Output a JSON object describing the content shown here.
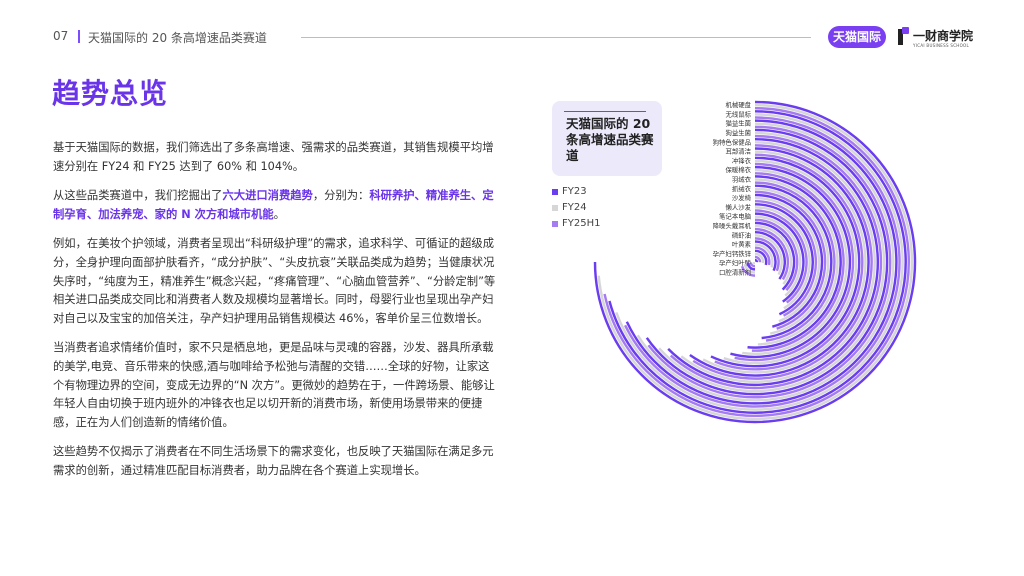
{
  "header": {
    "page_number": "07",
    "title": "天猫国际的 20 条高增速品类赛道",
    "brand_tmall": "天猫国际",
    "brand_yicai": "一财商学院",
    "brand_yicai_sub": "YICAI BUSINESS SCHOOL"
  },
  "page_title": "趋势总览",
  "paragraphs": {
    "p1": "基于天猫国际的数据，我们筛选出了多条高增速、强需求的品类赛道，其销售规模平均增速分别在 FY24 和 FY25 达到了 60% 和 104%。",
    "p2_pre": "从这些品类赛道中，我们挖掘出了",
    "p2_hl1": "六大进口消费趋势",
    "p2_mid": "，分别为：",
    "p2_hl2": "科研养护、精准养生、定制孕育、加法养宠、家的 N 次方和城市机能",
    "p2_end": "。",
    "p3": "例如，在美妆个护领域，消费者呈现出“科研级护理”的需求，追求科学、可循证的超级成分，全身护理向面部护肤看齐，“成分护肤”、“头皮抗衰”关联品类成为趋势；当健康状况失序时，“纯度为王，精准养生”概念兴起，“疼痛管理”、“心脑血管营养”、“分龄定制”等相关进口品类成交同比和消费者人数及规模均显著增长。同时，母婴行业也呈现出孕产妇对自己以及宝宝的加倍关注，孕产妇护理用品销售规模达 46%，客单价呈三位数增长。",
    "p4": "当消费者追求情绪价值时，家不只是栖息地，更是品味与灵魂的容器，沙发、器具所承载的美学,电竞、音乐带来的快感,酒与咖啡给予松弛与清醒的交错……全球的好物，让家这个有物理边界的空间，变成无边界的“N 次方”。更微妙的趋势在于，一件跨场景、能够让年轻人自由切换于班内班外的冲锋衣也足以切开新的消费市场，新使用场景带来的便捷感，正在为人们创造新的情绪价值。",
    "p5": "这些趋势不仅揭示了消费者在不同生活场景下的需求变化，也反映了天猫国际在满足多元需求的创新，通过精准匹配目标消费者，助力品牌在各个赛道上实现增长。"
  },
  "legend_title": "天猫国际的 20 条高增速品类赛道",
  "colors": {
    "fy23": "#6a3df0",
    "fy24": "#d6d6d6",
    "fy25h1": "#a57bf2",
    "accent": "#6a34e8"
  },
  "chart_data": {
    "type": "radial-bar",
    "categories": [
      "机械硬盘",
      "无线鼠标",
      "猫益生菌",
      "狗益生菌",
      "狗特色保健品",
      "耳部清洁",
      "冲锋衣",
      "保暖棉衣",
      "羽绒衣",
      "抓绒衣",
      "沙发椅",
      "懒人沙发",
      "笔记本电脑",
      "降噪头戴耳机",
      "磷虾油",
      "叶黄素",
      "孕产妇钙铁锌",
      "孕产妇叶酸",
      "口腔清新剂"
    ],
    "series": [
      {
        "name": "FY23",
        "values": [
          270,
          255,
          245,
          235,
          225,
          215,
          205,
          195,
          185,
          175,
          165,
          155,
          145,
          135,
          125,
          115,
          105,
          95,
          85
        ]
      },
      {
        "name": "FY24",
        "values": [
          265,
          250,
          238,
          228,
          218,
          208,
          198,
          188,
          178,
          168,
          158,
          148,
          138,
          128,
          118,
          108,
          98,
          88,
          78
        ]
      },
      {
        "name": "FY25H1",
        "values": [
          258,
          244,
          232,
          222,
          212,
          202,
          192,
          182,
          172,
          162,
          152,
          142,
          132,
          122,
          112,
          102,
          92,
          82,
          72
        ]
      }
    ],
    "max": 270
  }
}
